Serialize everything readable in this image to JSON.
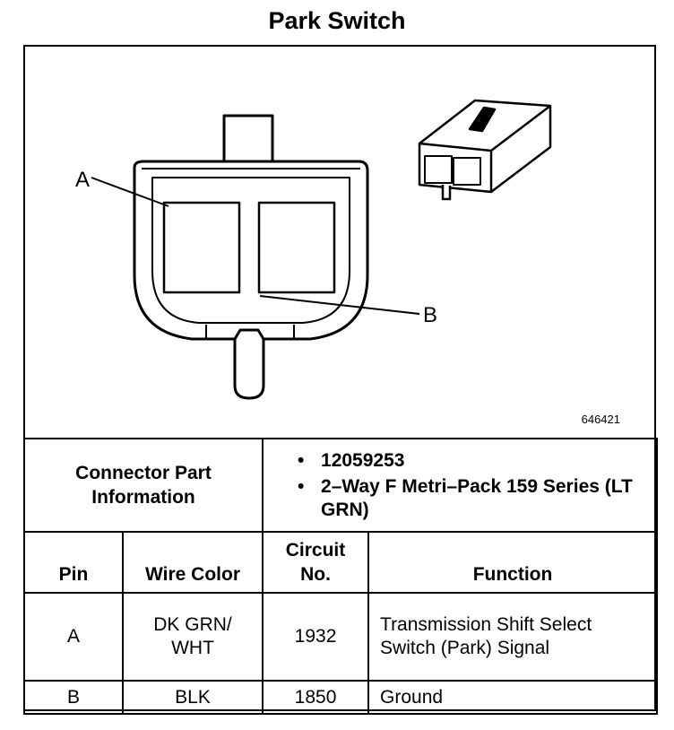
{
  "title": "Park Switch",
  "figure_number": "646421",
  "callouts": {
    "a": "A",
    "b": "B"
  },
  "connector_info": {
    "label": "Connector Part Information",
    "items": [
      "12059253",
      "2–Way F Metri–Pack 159 Series (LT GRN)"
    ]
  },
  "table": {
    "headers": {
      "pin": "Pin",
      "wire_color": "Wire Color",
      "circuit": "Circuit No.",
      "function": "Function"
    },
    "rows": [
      {
        "pin": "A",
        "wire_color": "DK GRN/ WHT",
        "circuit": "1932",
        "function": "Transmission Shift Select Switch (Park) Signal"
      },
      {
        "pin": "B",
        "wire_color": "BLK",
        "circuit": "1850",
        "function": "Ground"
      }
    ]
  }
}
